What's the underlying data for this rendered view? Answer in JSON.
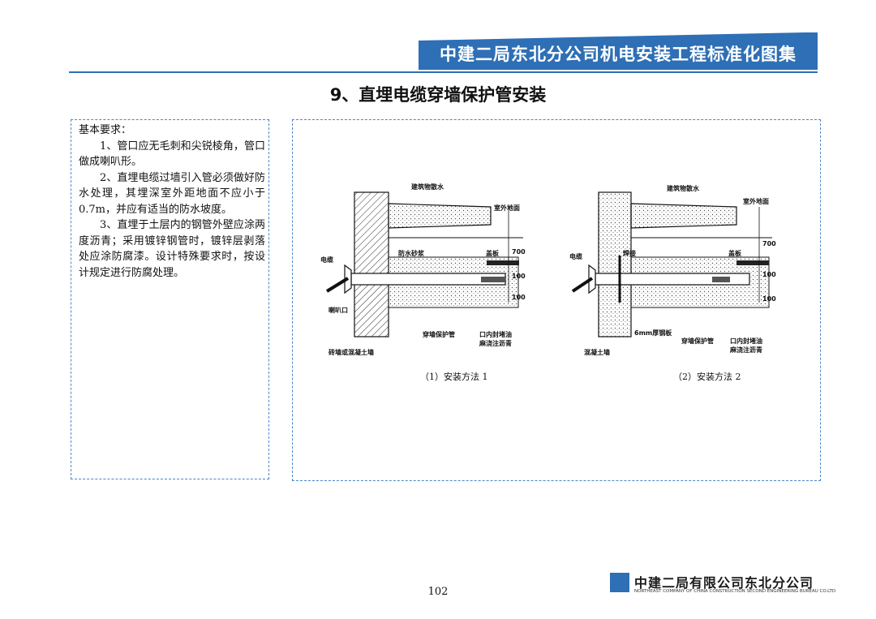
{
  "header": {
    "title": "中建二局东北分公司机电安装工程标准化图集"
  },
  "section": {
    "title": "9、直埋电缆穿墙保护管安装"
  },
  "requirements": {
    "heading": "基本要求：",
    "items": [
      "1、管口应无毛刺和尖锐棱角，管口做成喇叭形。",
      "2、直埋电缆过墙引入管必须做好防水处理，其埋深室外距地面不应小于 0.7m，并应有适当的防水坡度。",
      "3、直埋于土层内的钢管外壁应涂两度沥青；采用镀锌钢管时，镀锌层剥落处应涂防腐漆。设计特殊要求时，按设计规定进行防腐处理。"
    ]
  },
  "diagrams": [
    {
      "caption": "（1）安装方法 1",
      "labels": {
        "apron": "建筑物散水",
        "ground": "室外地面",
        "mortar": "防水砂浆",
        "cover": "盖板",
        "cable": "电缆",
        "bell": "喇叭口",
        "pipe": "穿墙保护管",
        "seal1": "口内封堵油",
        "seal2": "麻浇注沥青",
        "wall": "砖墙或混凝土墙",
        "dim700": "700",
        "dim100a": "100",
        "dim100b": "100"
      }
    },
    {
      "caption": "（2）安装方法 2",
      "labels": {
        "apron": "建筑物散水",
        "ground": "室外地面",
        "weld": "焊接",
        "cover": "盖板",
        "cable": "电缆",
        "plate": "6mm厚钢板",
        "pipe": "穿墙保护管",
        "seal1": "口内封堵油",
        "seal2": "麻浇注沥青",
        "wall": "混凝土墙",
        "dim700": "700",
        "dim100a": "100",
        "dim100b": "100"
      }
    }
  ],
  "page": {
    "number": "102"
  },
  "footer": {
    "company": "中建二局有限公司东北分公司",
    "company_en": "NORTHEAST COMPANY OF CHINA CONSTRUCTION SECOND ENGINEERING BUREAU CO.LTD"
  },
  "colors": {
    "accent": "#2e6fb5",
    "box_border": "#4a86c8"
  }
}
